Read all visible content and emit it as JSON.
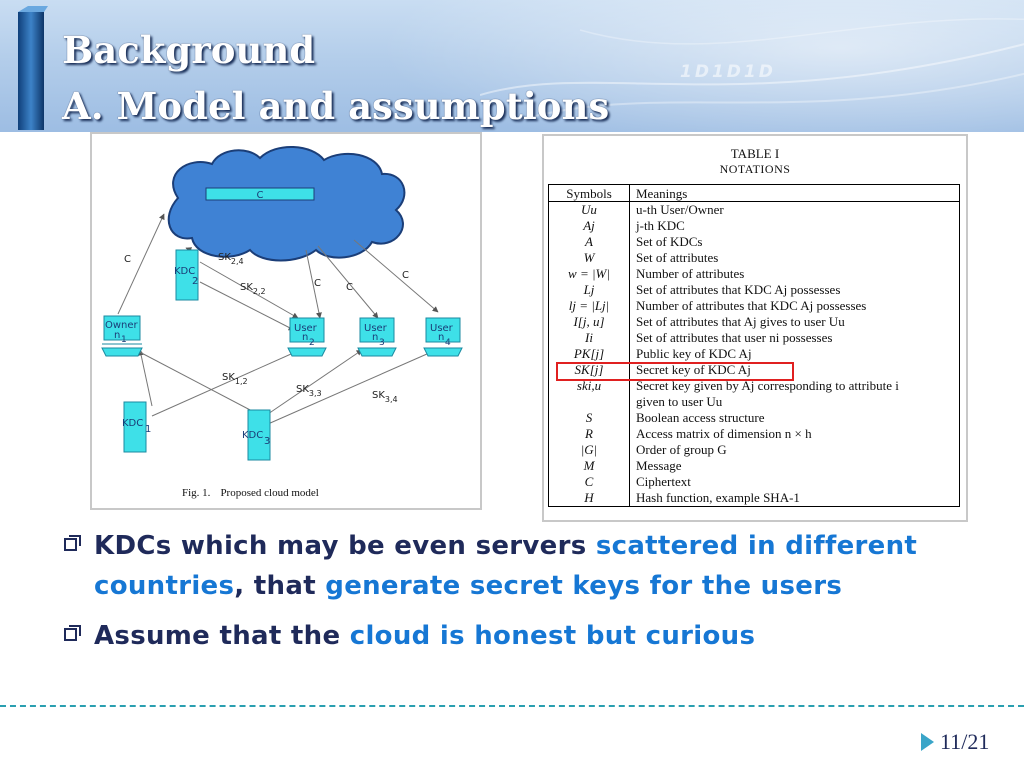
{
  "slide": {
    "title": "Background",
    "subtitle": "A. Model and assumptions",
    "decor_binary": "1D1D1D",
    "page": {
      "current": "11",
      "sep": "/",
      "total": "21"
    }
  },
  "figure": {
    "caption_label": "Fig. 1.",
    "caption_text": "Proposed cloud model",
    "labels": {
      "cloud_c": "C",
      "c": "C",
      "sk": "SK",
      "user": "User",
      "owner": "Owner",
      "kdc": "KDC",
      "n": "n",
      "i1": "1",
      "i2": "2",
      "i3": "3",
      "i4": "4",
      "sub_2_4": "2,4",
      "sub_2_2": "2,2",
      "sub_1_2": "1,2",
      "sub_3_3": "3,3",
      "sub_3_4": "3,4"
    }
  },
  "table": {
    "caption1": "TABLE I",
    "caption2": "NOTATIONS",
    "headers": [
      "Symbols",
      "Meanings"
    ],
    "rows": [
      [
        "Uu",
        "u-th User/Owner"
      ],
      [
        "Aj",
        "j-th KDC"
      ],
      [
        "A",
        "Set of KDCs"
      ],
      [
        "W",
        "Set of attributes"
      ],
      [
        "w = |W|",
        "Number of attributes"
      ],
      [
        "Lj",
        "Set of attributes that KDC Aj possesses"
      ],
      [
        "lj = |Lj|",
        "Number of attributes that KDC Aj possesses"
      ],
      [
        "I[j, u]",
        "Set of attributes that Aj gives to user Uu"
      ],
      [
        "Ii",
        "Set of attributes that user ni possesses"
      ],
      [
        "PK[j]",
        "Public key of KDC Aj"
      ],
      [
        "SK[j]",
        "Secret key of KDC Aj"
      ],
      [
        "ski,u",
        "Secret key given by Aj corresponding to attribute i"
      ],
      [
        "",
        "given to user Uu"
      ],
      [
        "S",
        "Boolean access structure"
      ],
      [
        "R",
        "Access matrix of dimension n × h"
      ],
      [
        "|G|",
        "Order of group G"
      ],
      [
        "M",
        "Message"
      ],
      [
        "C",
        "Ciphertext"
      ],
      [
        "H",
        "Hash function, example SHA-1"
      ]
    ]
  },
  "bullets": [
    {
      "parts": [
        {
          "text": "KDCs which may be even servers ",
          "hl": false
        },
        {
          "text": "scattered in different countries",
          "hl": true
        },
        {
          "text": ", that ",
          "hl": false
        },
        {
          "text": "generate secret keys for the users",
          "hl": true
        }
      ]
    },
    {
      "parts": [
        {
          "text": "Assume that the ",
          "hl": false
        },
        {
          "text": "cloud is honest but curious",
          "hl": true
        }
      ]
    }
  ],
  "colors": {
    "title_text": "#ffffff",
    "body_text": "#1f2a5a",
    "highlight_text": "#1677d4",
    "cloud_fill": "#3f82d4",
    "node_fill": "#3ee0e8",
    "table_highlight_box": "#e02020",
    "footer_line": "#2a9fb0"
  },
  "icons": {
    "bullet": "checkbox-bullet-icon",
    "pager": "play-triangle-icon"
  }
}
